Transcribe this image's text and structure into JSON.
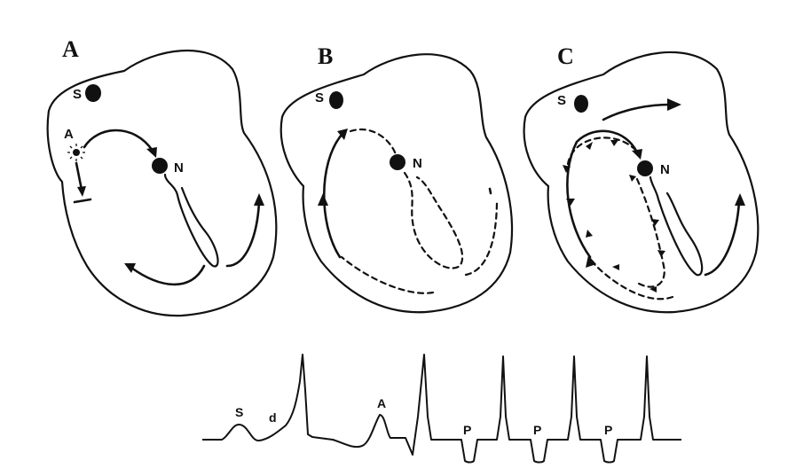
{
  "panels": [
    {
      "label": "A",
      "sinus_node": "S",
      "av_node": "N",
      "ectopic_focus": "A"
    },
    {
      "label": "B",
      "sinus_node": "S",
      "av_node": "N"
    },
    {
      "label": "C",
      "sinus_node": "S",
      "av_node": "N"
    }
  ],
  "trace": {
    "labels": {
      "s_wave": "S",
      "d_wave": "d",
      "a_wave": "A",
      "p_waves": [
        "P",
        "P",
        "P"
      ]
    }
  }
}
